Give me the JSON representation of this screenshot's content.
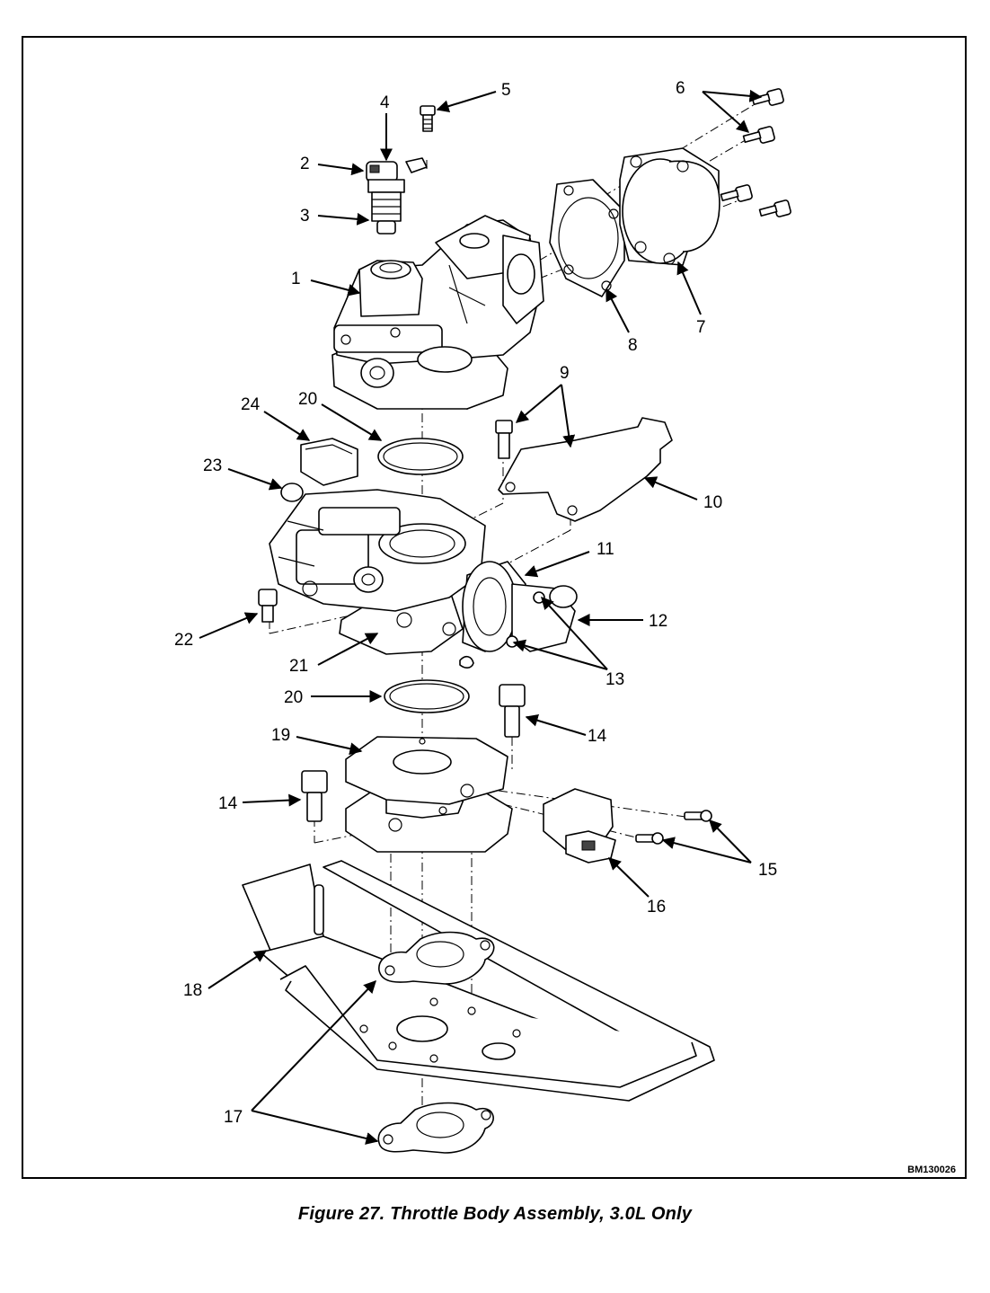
{
  "figure": {
    "caption": "Figure 27.  Throttle Body Assembly, 3.0L Only",
    "doc_id": "BM130026"
  },
  "callouts": [
    "1",
    "2",
    "3",
    "4",
    "5",
    "6",
    "7",
    "8",
    "9",
    "10",
    "11",
    "12",
    "13",
    "14",
    "15",
    "16",
    "17",
    "18",
    "19",
    "20",
    "21",
    "22",
    "23",
    "24"
  ]
}
